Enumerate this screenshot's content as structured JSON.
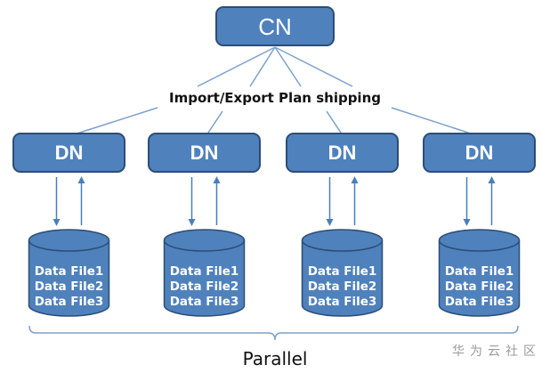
{
  "diagram": {
    "coordinator": {
      "label": "CN"
    },
    "edge_label": "Import/Export Plan shipping",
    "data_nodes": [
      {
        "label": "DN",
        "files": [
          "Data File1",
          "Data File2",
          "Data File3"
        ]
      },
      {
        "label": "DN",
        "files": [
          "Data File1",
          "Data File2",
          "Data File3"
        ]
      },
      {
        "label": "DN",
        "files": [
          "Data File1",
          "Data File2",
          "Data File3"
        ]
      },
      {
        "label": "DN",
        "files": [
          "Data File1",
          "Data File2",
          "Data File3"
        ]
      }
    ],
    "group_label": "Parallel",
    "watermark": "华为云社区",
    "colors": {
      "node_fill": "#4f81bd",
      "node_stroke": "#2c4d75",
      "connector": "#7ba0cd",
      "arrow": "#4a7ebb",
      "text_dark": "#111111",
      "watermark": "#9a9a9a"
    }
  }
}
